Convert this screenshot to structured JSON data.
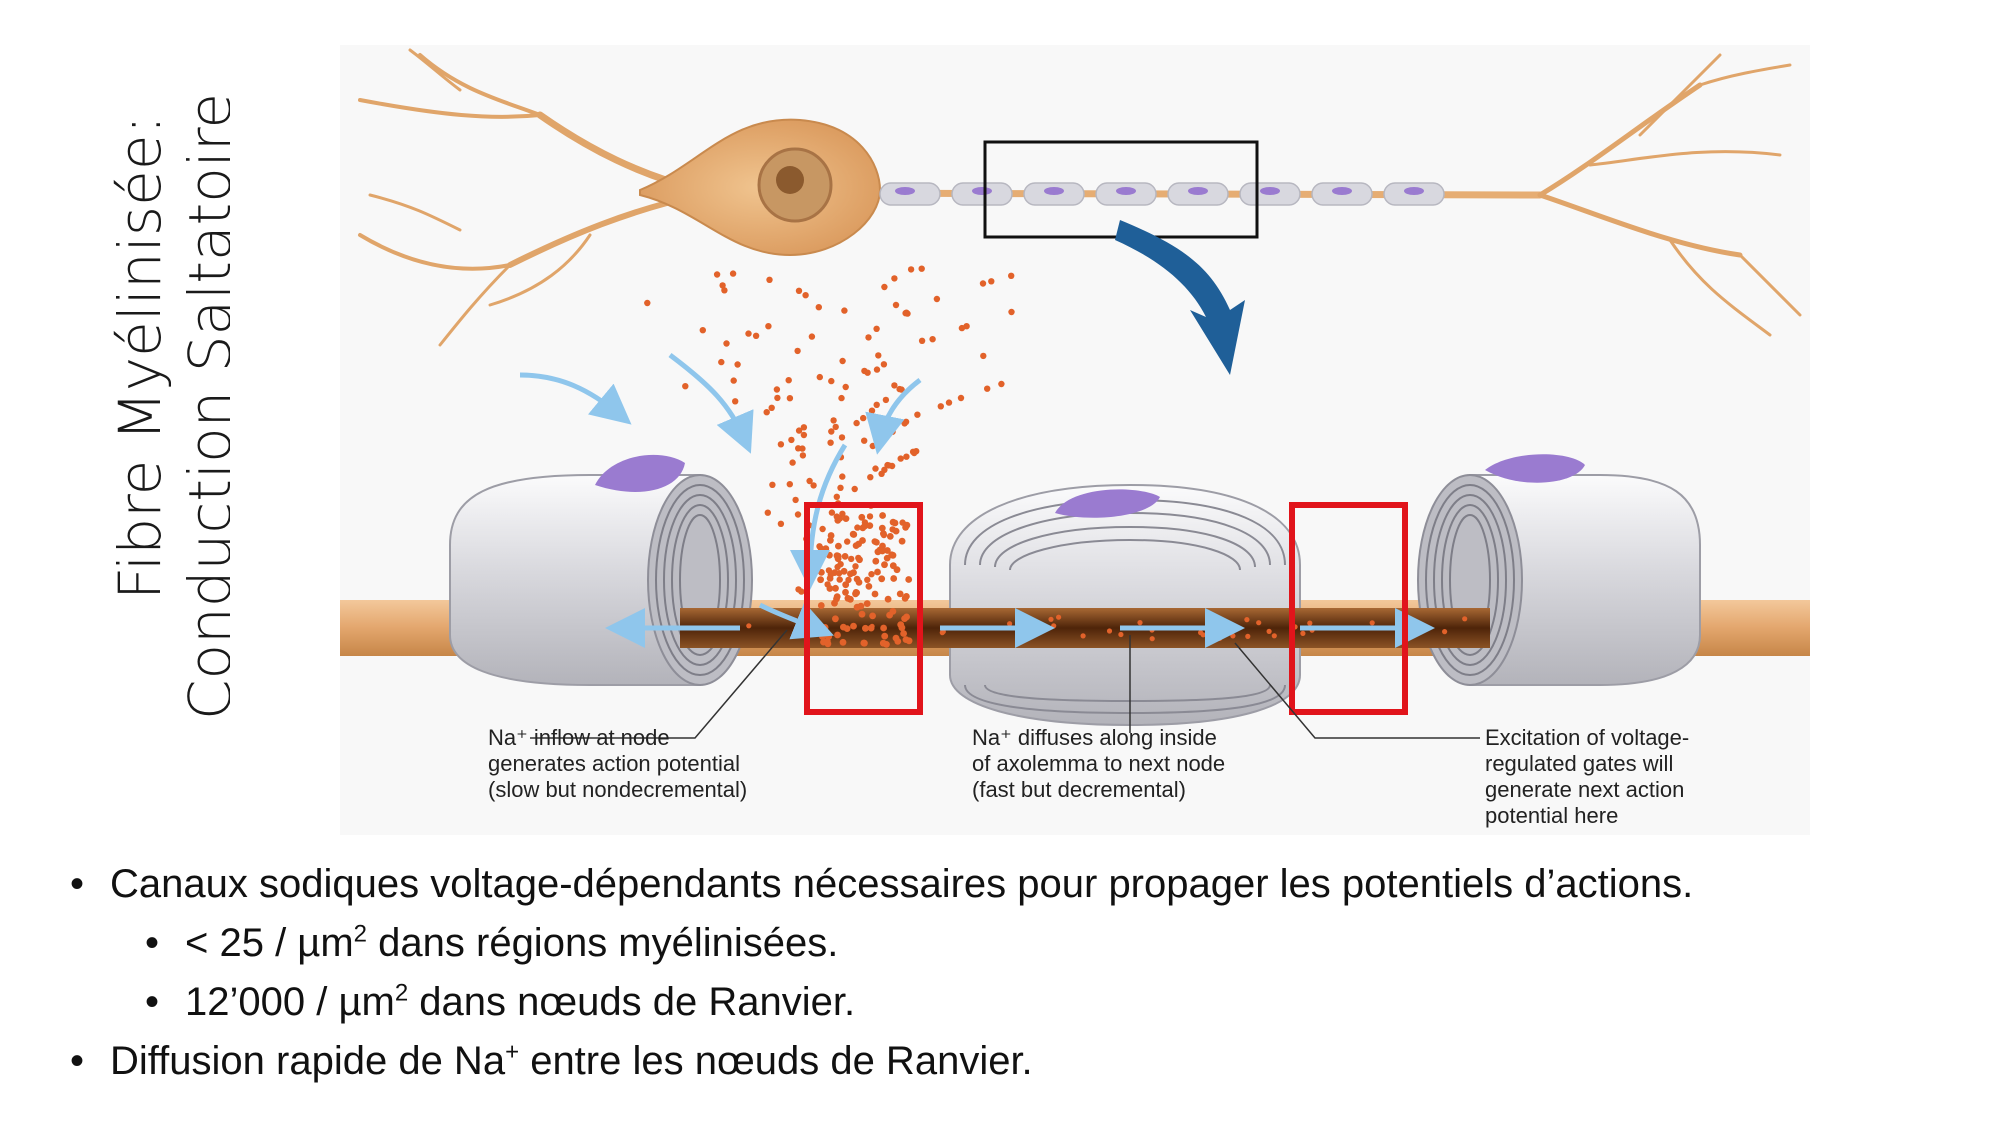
{
  "slide": {
    "title_line1": "Fibre Myélinisée:",
    "title_line2": "Conduction Saltatoire"
  },
  "diagram": {
    "caption_left": [
      "Na⁺ inflow at node",
      "generates action potential",
      "(slow but nondecremental)"
    ],
    "caption_middle": [
      "Na⁺ diffuses along inside",
      "of axolemma to next node",
      "(fast but decremental)"
    ],
    "caption_right": [
      "Excitation of voltage-",
      "regulated gates will",
      "generate next action",
      "potential here"
    ],
    "colors": {
      "axon": "#e7b078",
      "axon_core": "#5a2d0c",
      "myelin": "#d7d7de",
      "nucleus": "#9a7bd0",
      "sodium": "#e2622a",
      "arrow": "#8fc6ec",
      "highlight_box": "#e1141b",
      "pointer_arrow": "#1f5f98"
    }
  },
  "bullets": [
    {
      "level": 1,
      "pre": "Canaux sodiques voltage-dépendants nécessaires pour propager les potentiels d’actions.",
      "sup": "",
      "post": ""
    },
    {
      "level": 2,
      "pre": "< 25 / µm",
      "sup": "2",
      "post": " dans régions myélinisées."
    },
    {
      "level": 2,
      "pre": "12’000 / µm",
      "sup": "2",
      "post": " dans nœuds de Ranvier."
    },
    {
      "level": 1,
      "pre": "Diffusion rapide de Na",
      "sup": "+",
      "post": " entre les nœuds de Ranvier."
    }
  ]
}
